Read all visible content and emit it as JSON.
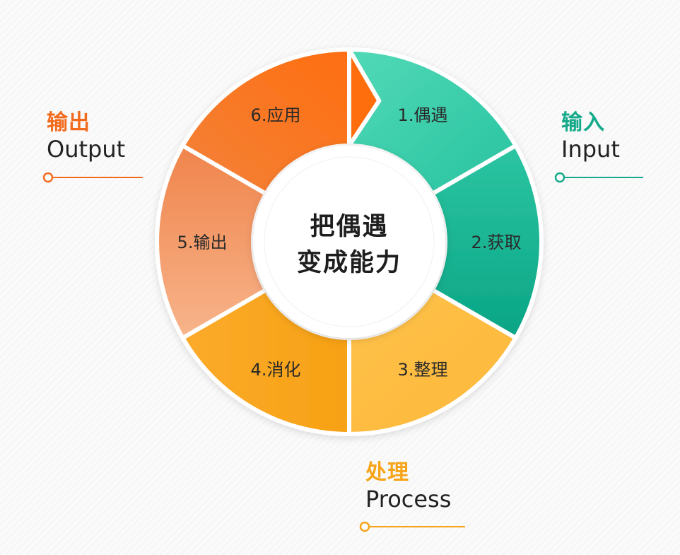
{
  "center": {
    "line1": "把偶遇",
    "line2": "变成能力"
  },
  "segments": [
    {
      "label": "1.偶遇",
      "color_start": "#52d9b7",
      "color_end": "#27c3a0"
    },
    {
      "label": "2.获取",
      "color_start": "#2cc5a2",
      "color_end": "#0aa585"
    },
    {
      "label": "3.整理",
      "color_start": "#ffc24a",
      "color_end": "#fcb83a"
    },
    {
      "label": "4.消化",
      "color_start": "#fbab2b",
      "color_end": "#f7a114"
    },
    {
      "label": "5.输出",
      "color_start": "#f0844b",
      "color_end": "#f7b48b"
    },
    {
      "label": "6.应用",
      "color_start": "#fe6e10",
      "color_end": "#f3823a"
    }
  ],
  "side_labels": {
    "output": {
      "zh": "输出",
      "en": "Output",
      "color": "#f26b1d"
    },
    "input": {
      "zh": "输入",
      "en": "Input",
      "color": "#14a98a"
    },
    "process": {
      "zh": "处理",
      "en": "Process",
      "color": "#f6a51a"
    }
  }
}
